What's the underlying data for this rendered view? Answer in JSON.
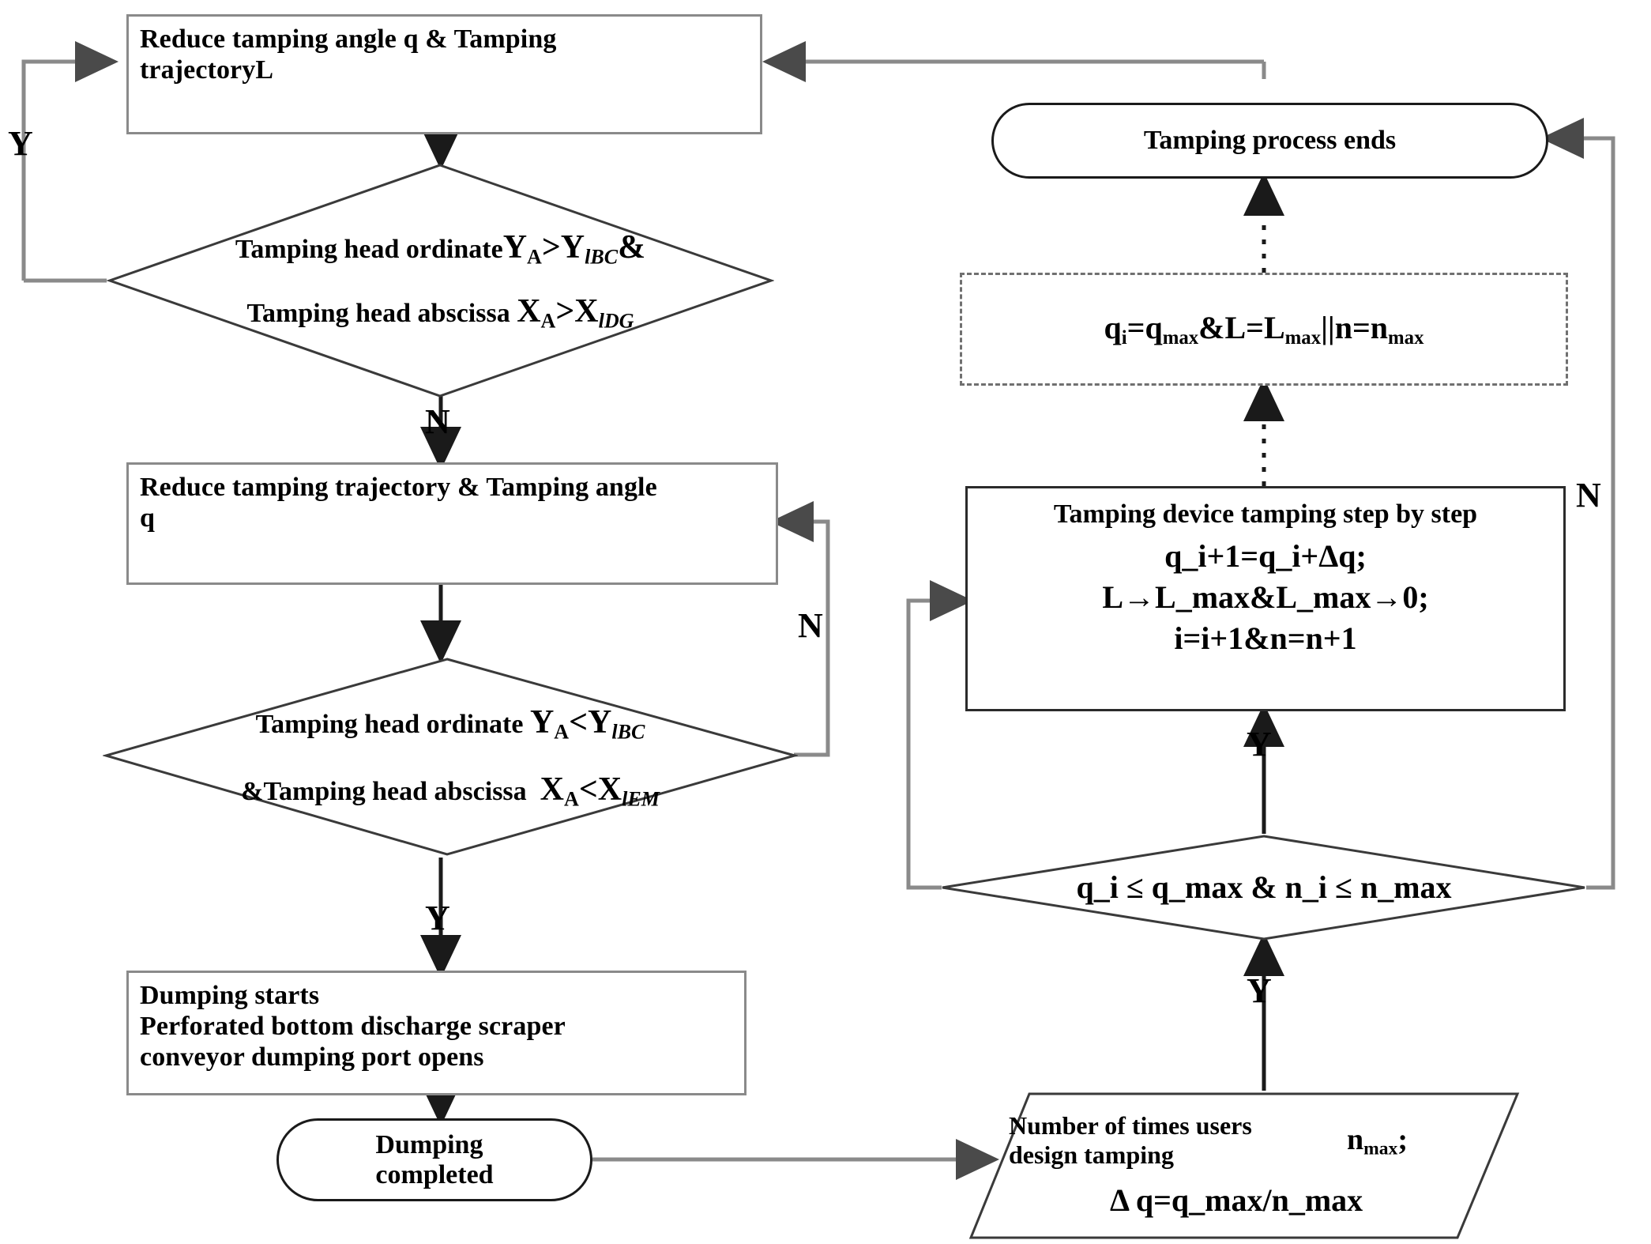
{
  "diagram": {
    "title": "Tamping control flowchart",
    "type": "flowchart",
    "colors": {
      "stroke_gray": "#8a8a8a",
      "stroke_dark": "#1a1a1a",
      "background": "#ffffff"
    }
  },
  "nodes": {
    "reduce_angle": {
      "shape": "process",
      "line1": "Reduce tamping angle q & Tamping",
      "line2": "trajectoryL"
    },
    "decision_upper": {
      "shape": "decision",
      "line1_pre": "Tamping head ordinate",
      "line1_math_a": "Y",
      "line1_sub_a": "A",
      "line1_op": ">",
      "line1_math_b": "Y",
      "line1_sub_b": "lBC",
      "line1_post": "&",
      "line2_pre": "Tamping head abscissa",
      "line2_math_a": "X",
      "line2_sub_a": "A",
      "line2_op": ">",
      "line2_math_b": "X",
      "line2_sub_b": "lDG"
    },
    "reduce_trajectory": {
      "shape": "process",
      "line1": "Reduce tamping trajectory &  Tamping angle",
      "line2": "q"
    },
    "decision_lower": {
      "shape": "decision",
      "line1_pre": "Tamping head ordinate",
      "line1_math_a": "Y",
      "line1_sub_a": "A",
      "line1_op": "<",
      "line1_math_b": "Y",
      "line1_sub_b": "lBC",
      "line2_pre": "&Tamping head abscissa",
      "line2_math_a": "X",
      "line2_sub_a": "A",
      "line2_op": "<",
      "line2_math_b": "X",
      "line2_sub_b": "lEM"
    },
    "dumping_starts": {
      "shape": "process",
      "line1": "Dumping starts",
      "line2": "Perforated bottom discharge scraper",
      "line3": "conveyor dumping port opens"
    },
    "dumping_completed": {
      "shape": "terminator",
      "line1": "Dumping",
      "line2": "completed"
    },
    "tamping_ends": {
      "shape": "terminator",
      "label": "Tamping process ends"
    },
    "condition_dashed": {
      "shape": "dashed-box",
      "math": "q_i=q_max&L=L_max||n=n_max",
      "parts": {
        "a": "q",
        "a_sub": "i",
        "eq1": "=",
        "b": "q",
        "b_sub": "max",
        "amp": "&",
        "c": "L",
        "eq2": "=",
        "d": "L",
        "d_sub": "max",
        "or": "||",
        "e": "n",
        "eq3": "=",
        "f": "n",
        "f_sub": "max"
      }
    },
    "tamping_step": {
      "shape": "process",
      "title": "Tamping device tamping step by step",
      "math_line1": "q_i+1=q_i+Δq;",
      "math_line2": "L→L_max&L_max→0;",
      "math_line3": "i=i+1&n=n+1"
    },
    "decision_q": {
      "shape": "decision",
      "math": "q_i ≤ q_max & n_i ≤ n_max"
    },
    "user_input": {
      "shape": "parallelogram",
      "line1": "Number of times users",
      "line2": "design tamping",
      "var": "n",
      "var_sub": "max",
      "var_punct": ";",
      "math_line": "Δ q=q_max/n_max"
    }
  },
  "edge_labels": {
    "y_left_loop": "Y",
    "n_upper_decision": "N",
    "n_right_of_trajectory": "N",
    "y_lower_decision": "Y",
    "n_far_right": "N",
    "y_above_decision_q": "Y",
    "y_below_decision_q": "Y"
  }
}
